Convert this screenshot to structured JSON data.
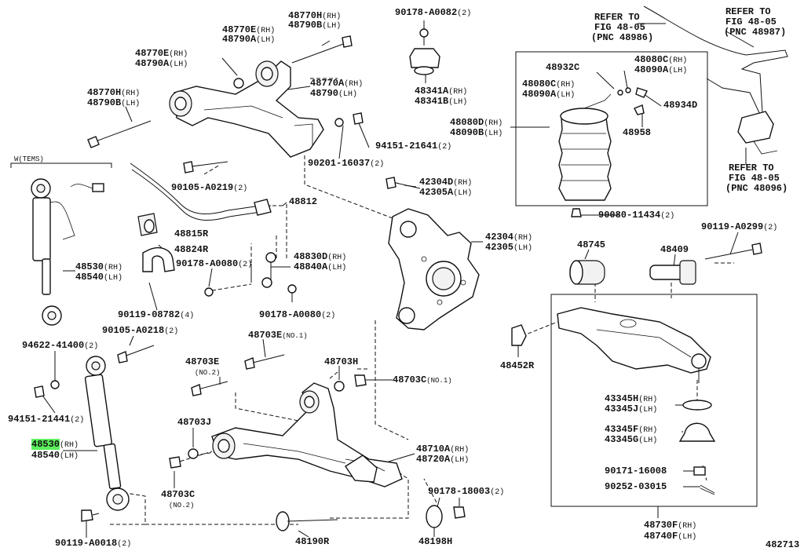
{
  "diagram": {
    "fig_number": "482713",
    "wtems": "W(TEMS)",
    "labels": {
      "l_48770e_a": "48770E",
      "l_48770e_a_s": "(RH)",
      "l_48790a_a": "48790A",
      "l_48790a_a_s": "(LH)",
      "l_48770h_a": "48770H",
      "l_48770h_a_s": "(RH)",
      "l_48790b_a": "48790B",
      "l_48790b_a_s": "(LH)",
      "l_90178_a0082": "90178-A0082",
      "l_90178_a0082_s": "(2)",
      "l_48341a": "48341A",
      "l_48341a_s": "(RH)",
      "l_48341b": "48341B",
      "l_48341b_s": "(LH)",
      "l_refer1": "REFER TO",
      "l_refer1_b": "FIG 48-05",
      "l_refer1_c": "(PNC 48986)",
      "l_refer2": "REFER TO",
      "l_refer2_b": "FIG 48-05",
      "l_refer2_c": "(PNC 48987)",
      "l_48770e_b": "48770E",
      "l_48770e_b_s": "(RH)",
      "l_48790a_b": "48790A",
      "l_48790a_b_s": "(LH)",
      "l_48770a": "48770A",
      "l_48770a_s": "(RH)",
      "l_48790": "48790",
      "l_48790_s": "(LH)",
      "l_48770h_b": "48770H",
      "l_48770h_b_s": "(RH)",
      "l_48790b_b": "48790B",
      "l_48790b_b_s": "(LH)",
      "l_48932c": "48932C",
      "l_48080c_a": "48080C",
      "l_48080c_a_s": "(RH)",
      "l_48090a_a": "48090A",
      "l_48090a_a_s": "(LH)",
      "l_48080c_b": "48080C",
      "l_48080c_b_s": "(RH)",
      "l_48090a_b": "48090A",
      "l_48090a_b_s": "(LH)",
      "l_48934d": "48934D",
      "l_48080d": "48080D",
      "l_48080d_s": "(RH)",
      "l_48090b": "48090B",
      "l_48090b_s": "(LH)",
      "l_48958": "48958",
      "l_94151_21641": "94151-21641",
      "l_94151_21641_s": "(2)",
      "l_90201_16037": "90201-16037",
      "l_90201_16037_s": "(2)",
      "l_90105_a0219": "90105-A0219",
      "l_90105_a0219_s": "(2)",
      "l_42304d": "42304D",
      "l_42304d_s": "(RH)",
      "l_42305a": "42305A",
      "l_42305a_s": "(LH)",
      "l_refer3": "REFER TO",
      "l_refer3_b": "FIG 48-05",
      "l_refer3_c": "(PNC 48096)",
      "l_48812": "48812",
      "l_90080_11434": "90080-11434",
      "l_90080_11434_s": "(2)",
      "l_48815r": "48815R",
      "l_90119_a0299": "90119-A0299",
      "l_90119_a0299_s": "(2)",
      "l_48824r": "48824R",
      "l_42304": "42304",
      "l_42304_s": "(RH)",
      "l_42305": "42305",
      "l_42305_s": "(LH)",
      "l_48745": "48745",
      "l_48409": "48409",
      "l_48530_a": "48530",
      "l_48530_a_s": "(RH)",
      "l_48540_a": "48540",
      "l_48540_a_s": "(LH)",
      "l_90178_a0080_a": "90178-A0080",
      "l_90178_a0080_a_s": "(2)",
      "l_48830d": "48830D",
      "l_48830d_s": "(RH)",
      "l_48840a": "48840A",
      "l_48840a_s": "(LH)",
      "l_90119_08782": "90119-08782",
      "l_90119_08782_s": "(4)",
      "l_90178_a0080_b": "90178-A0080",
      "l_90178_a0080_b_s": "(2)",
      "l_90105_a0218": "90105-A0218",
      "l_90105_a0218_s": "(2)",
      "l_94622_41400": "94622-41400",
      "l_94622_41400_s": "(2)",
      "l_48703e_a": "48703E",
      "l_48703e_a_s": "(NO.1)",
      "l_48452r": "48452R",
      "l_48703e_b": "48703E",
      "l_48703e_b_s": "(NO.2)",
      "l_48703h": "48703H",
      "l_48703c_a": "48703C",
      "l_48703c_a_s": "(NO.1)",
      "l_94151_21441": "94151-21441",
      "l_94151_21441_s": "(2)",
      "l_48703j": "48703J",
      "l_43345h": "43345H",
      "l_43345h_s": "(RH)",
      "l_43345j": "43345J",
      "l_43345j_s": "(LH)",
      "l_43345f": "43345F",
      "l_43345f_s": "(RH)",
      "l_43345g": "43345G",
      "l_43345g_s": "(LH)",
      "l_48530_b": "48530",
      "l_48530_b_s": "(RH)",
      "l_48540_b": "48540",
      "l_48540_b_s": "(LH)",
      "l_48710a": "48710A",
      "l_48710a_s": "(RH)",
      "l_48720a": "48720A",
      "l_48720a_s": "(LH)",
      "l_90171_16008": "90171-16008",
      "l_48703c_b": "48703C",
      "l_48703c_b_s": "(NO.2)",
      "l_90178_18003": "90178-18003",
      "l_90178_18003_s": "(2)",
      "l_90252_03015": "90252-03015",
      "l_48730f": "48730F",
      "l_48730f_s": "(RH)",
      "l_48740f": "48740F",
      "l_48740f_s": "(LH)",
      "l_90119_a0018": "90119-A0018",
      "l_90119_a0018_s": "(2)",
      "l_48190r": "48190R",
      "l_48198h": "48198H"
    }
  }
}
